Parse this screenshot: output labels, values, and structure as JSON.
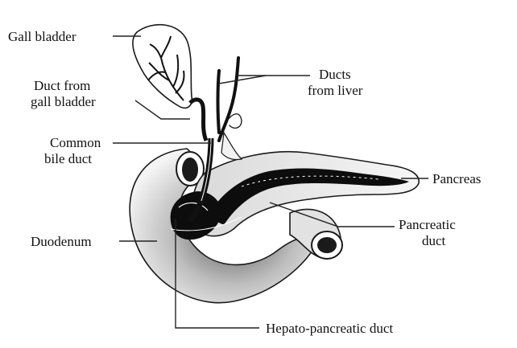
{
  "labels": {
    "gall_bladder": "Gall bladder",
    "duct_from_gall_bladder_line1": "Duct from",
    "duct_from_gall_bladder_line2": "gall bladder",
    "common_bile_duct_line1": "Common",
    "common_bile_duct_line2": "bile duct",
    "ducts_from_liver_line1": "Ducts",
    "ducts_from_liver_line2": "from liver",
    "pancreas": "Pancreas",
    "pancreatic_duct_line1": "Pancreatic",
    "pancreatic_duct_line2": "duct",
    "duodenum": "Duodenum",
    "hepato_pancreatic_duct": "Hepato-pancreatic duct"
  },
  "colors": {
    "ink": "#111111",
    "duct_fill": "#0d0d0d",
    "organ_outline": "#1a1a1a",
    "shading": "#8a8a8a"
  }
}
